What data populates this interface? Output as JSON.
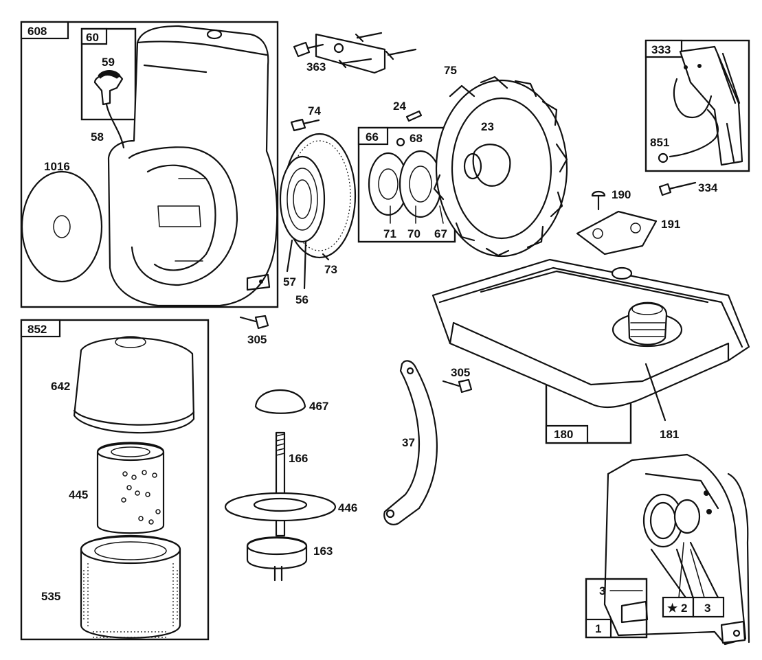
{
  "diagram": {
    "boxes": {
      "b608": "608",
      "b60": "60",
      "b66": "66",
      "b333": "333",
      "b852": "852",
      "b180": "180",
      "b1": "1",
      "b3": "3",
      "b2": "★ 2"
    },
    "labels": {
      "p59": "59",
      "p58": "58",
      "p1016": "1016",
      "p363": "363",
      "p74": "74",
      "p24": "24",
      "p75": "75",
      "p23": "23",
      "p68": "68",
      "p71": "71",
      "p70": "70",
      "p67": "67",
      "p73": "73",
      "p57": "57",
      "p56": "56",
      "p851": "851",
      "p190": "190",
      "p334": "334",
      "p191": "191",
      "p305a": "305",
      "p305b": "305",
      "p642": "642",
      "p445": "445",
      "p535": "535",
      "p467": "467",
      "p166": "166",
      "p446": "446",
      "p163": "163",
      "p37": "37",
      "p181": "181",
      "p3": "3"
    }
  }
}
